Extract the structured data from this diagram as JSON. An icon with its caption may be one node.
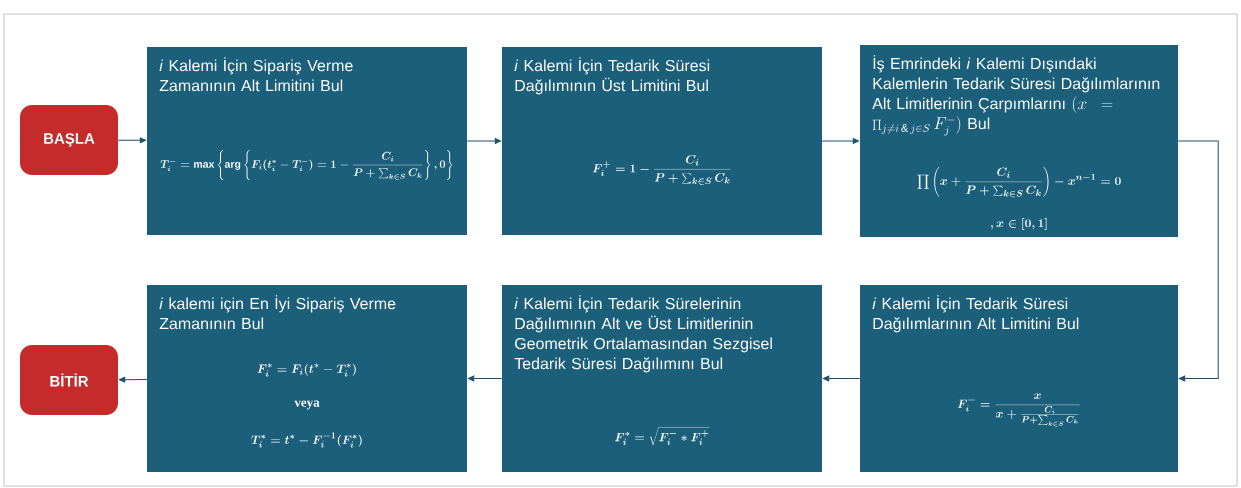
{
  "diagram": {
    "nodes": [
      {
        "text": [
          "BAŞLA"
        ]
      },
      {
        "text": [
          "*i* Kalemi İçin Sipariş Verme Zamanının Alt Limitini Bul",
          "T_i^- = \\max\\left\\{\\arg\\left\\{F_i(t_i^* - T_i^-) = 1 - \\frac{C_i}{P + \\sum_{k\\in S} C_k}\\right\\},0\\right\\}"
        ]
      },
      {
        "text": [
          "*i* Kalemi İçin Tedarik Süresi Dağılımının Üst Limitini Bul",
          "F_i^+ = 1 - \\frac{C_i}{P + \\sum_{k\\in S} C_k}"
        ]
      },
      {
        "text": [
          "İş Emrindeki *i* Kalemi Dışındaki Kalemlerin Tedarik Süresi Dağılımlarının Alt Limitlerinin Çarpımlarını",
          "(x = \\prod_{j\\neq i\\,\\&\\,j\\in S} F_j^-)",
          "Bul",
          "\\prod\\left(x + \\frac{C_i}{P + \\sum_{k\\in S} C_k}\\right) - x^{n-1} = 0",
          ",x \\in [0,1]"
        ]
      },
      {
        "text": [
          "*i* Kalemi İçin Tedarik Süresi Dağılımlarının Alt Limitini Bul",
          "F_i^- = \\frac{x}{x + \\frac{C_i}{P + \\sum_{k\\in S} C_k}}"
        ]
      },
      {
        "text": [
          "*i* Kalemi İçin Tedarik Sürelerinin Dağılımının Alt ve Üst Limitlerinin Geometrik Ortalamasından Sezgisel Tedarik Süresi Dağılımını Bul",
          "F_i^* = \\sqrt{F_i^- * F_i^+}"
        ]
      },
      {
        "text": [
          "*i* kalemi için En İyi Sipariş Verme Zamanının Bul",
          "F_i^* = F_i(t^* - T_i^*)",
          "veya",
          "T_i^* = t^* - F_i^{-1}(F_i^*)"
        ]
      },
      {
        "text": [
          "BİTİR"
        ]
      }
    ],
    "edges": [
      {
        "from": 0,
        "to": 1,
        "arrow": "to"
      },
      {
        "from": 1,
        "to": 2,
        "arrow": "to"
      },
      {
        "from": 2,
        "to": 3,
        "arrow": "to"
      },
      {
        "from": 3,
        "to": 4,
        "arrow": "to"
      },
      {
        "from": 4,
        "to": 5,
        "arrow": "to"
      },
      {
        "from": 5,
        "to": 6,
        "arrow": "to"
      },
      {
        "from": 6,
        "to": 7,
        "arrow": "to"
      }
    ]
  }
}
